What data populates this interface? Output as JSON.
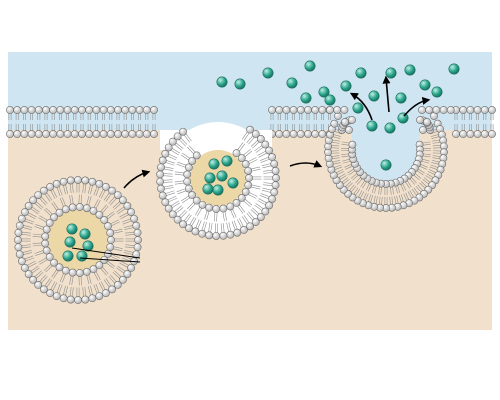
{
  "diagram": {
    "type": "exocytosis-illustration",
    "regions": {
      "extracellular": {
        "color": "#cfe6f2"
      },
      "cytoplasm": {
        "color": "#f1e0cb"
      },
      "vesicle_lumen": {
        "color": "#ecd8a6"
      }
    },
    "membrane": {
      "head_color": "#b4b4b4",
      "head_stroke": "#6b6b6b",
      "tail_color": "#8f8f8f"
    },
    "molecules": {
      "color": "#2aa58c",
      "highlight": "#bff0e4",
      "stroke": "#1c6f5f"
    },
    "stages": [
      {
        "id": "vesicle-in-cytoplasm"
      },
      {
        "id": "vesicle-docked-to-membrane"
      },
      {
        "id": "vesicle-fused-releasing-contents"
      }
    ],
    "arrows": [
      {
        "id": "arrow-stage-1-to-2"
      },
      {
        "id": "arrow-stage-2-to-3"
      }
    ]
  }
}
